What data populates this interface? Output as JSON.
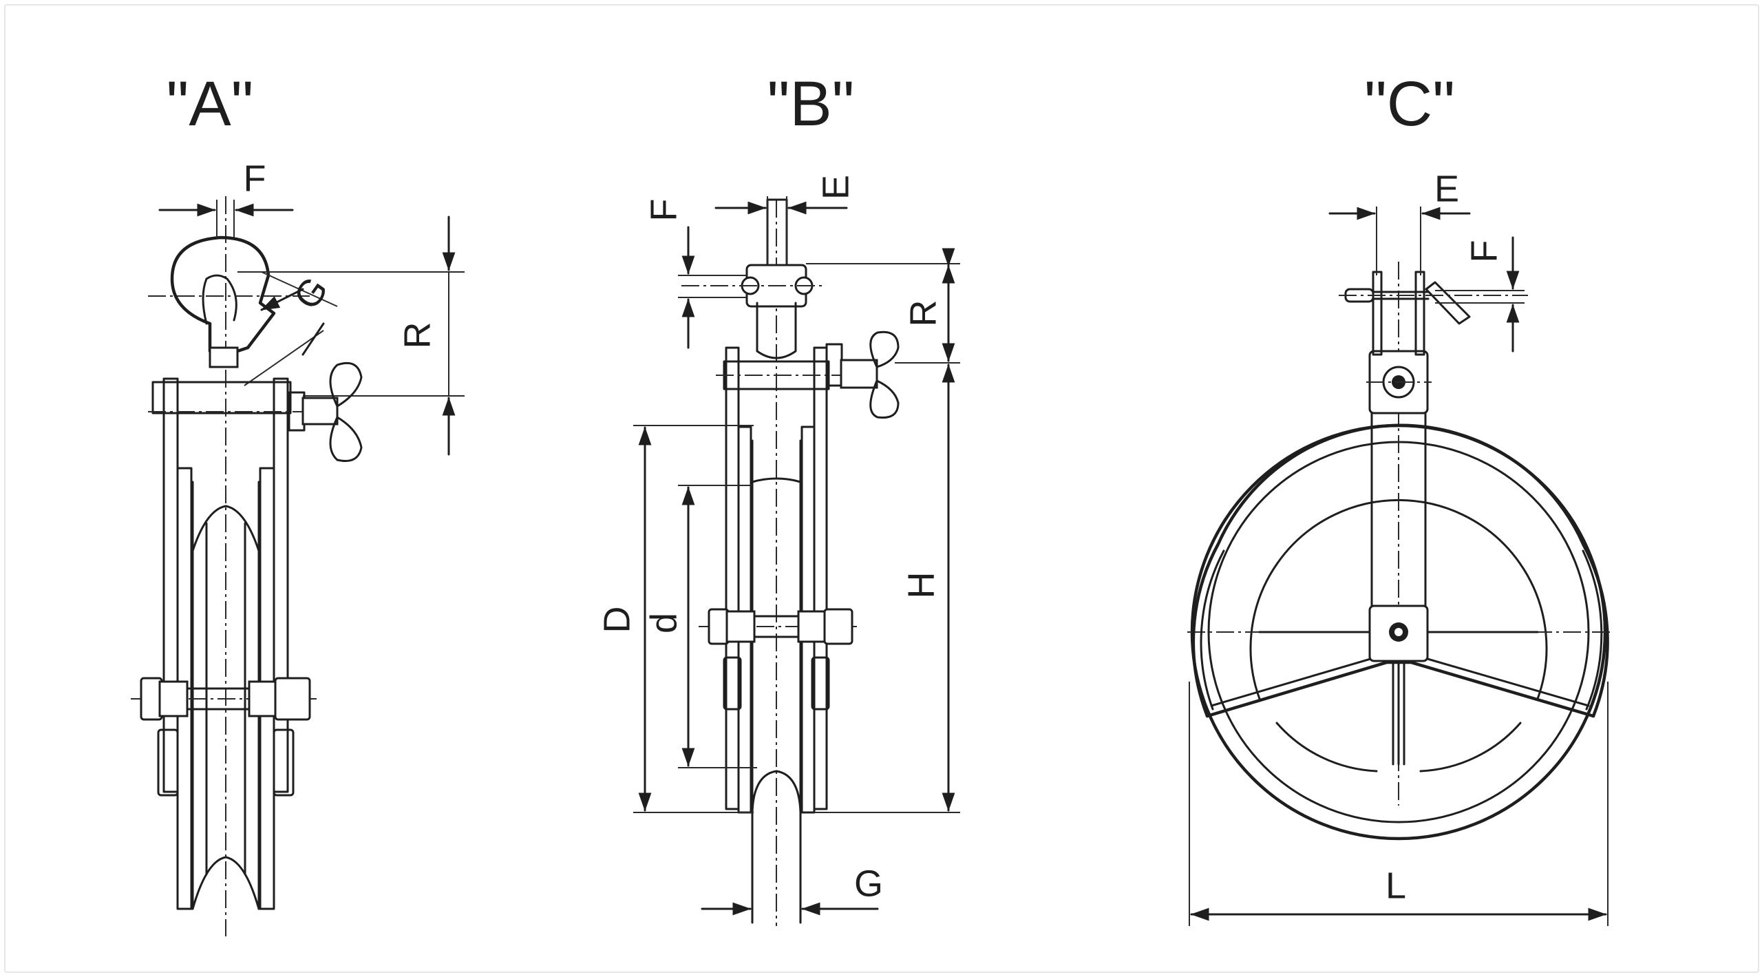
{
  "views": [
    {
      "id": "A",
      "title": "\"A\"",
      "labels": {
        "top_width": "F",
        "hook": "G",
        "height": "R"
      }
    },
    {
      "id": "B",
      "title": "\"B\"",
      "labels": {
        "top_width": "E",
        "top_offset": "F",
        "height_top": "R",
        "height": "H",
        "outer_dia": "D",
        "inner_dia": "d",
        "groove": "G"
      }
    },
    {
      "id": "C",
      "title": "\"C\"",
      "labels": {
        "top_width": "E",
        "top_offset": "F",
        "length": "L"
      }
    }
  ]
}
